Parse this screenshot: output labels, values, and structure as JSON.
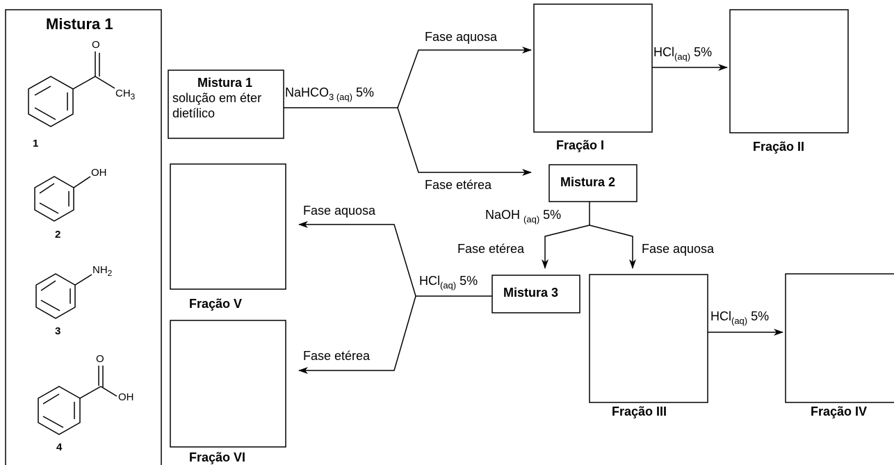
{
  "panel": {
    "title": "Mistura 1",
    "compounds": [
      {
        "number": "1",
        "group_text": "O",
        "group_text2": "CH",
        "group_sub": "3"
      },
      {
        "number": "2",
        "group_text": "OH"
      },
      {
        "number": "3",
        "group_text": "NH",
        "group_sub": "2"
      },
      {
        "number": "4",
        "group_text": "O",
        "group_text2": "OH"
      }
    ]
  },
  "start": {
    "title": "Mistura 1",
    "line1": "solução em éter",
    "line2": "dietílico"
  },
  "mix2": "Mistura 2",
  "mix3": "Mistura 3",
  "fractions": {
    "f1": "Fração I",
    "f2": "Fração II",
    "f3": "Fração III",
    "f4": "Fração IV",
    "f5": "Fração V",
    "f6": "Fração VI"
  },
  "phases": {
    "aq1": "Fase aquosa",
    "et1": "Fase etérea",
    "et2": "Fase etérea",
    "aq2": "Fase aquosa",
    "aq3": "Fase aquosa",
    "et3": "Fase etérea"
  },
  "reagents": {
    "nahco3": {
      "main": "NaHCO",
      "sub": "3 (aq)",
      "conc": "5%"
    },
    "naoh": {
      "main": "NaOH",
      "sub": "(aq)",
      "conc": "5%"
    },
    "hcl1": {
      "main": "HCl",
      "sub": "(aq)",
      "conc": "5%"
    },
    "hcl2": {
      "main": "HCl",
      "sub": "(aq)",
      "conc": "5%"
    },
    "hcl3": {
      "main": "HCl",
      "sub": "(aq)",
      "conc": "5%"
    }
  }
}
